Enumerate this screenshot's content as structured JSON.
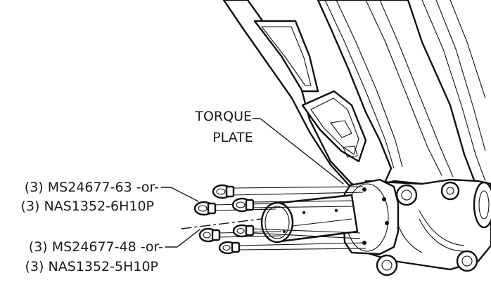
{
  "labels": {
    "torque_plate_line1": "TORQUE",
    "torque_plate_line2": "PLATE",
    "upper_bolts_line1": "(3) MS24677-63 -or-",
    "upper_bolts_line2": "(3) NAS1352-6H10P",
    "lower_bolts_line1": "(3) MS24677-48 -or-",
    "lower_bolts_line2": "(3) NAS1352-5H10P"
  }
}
